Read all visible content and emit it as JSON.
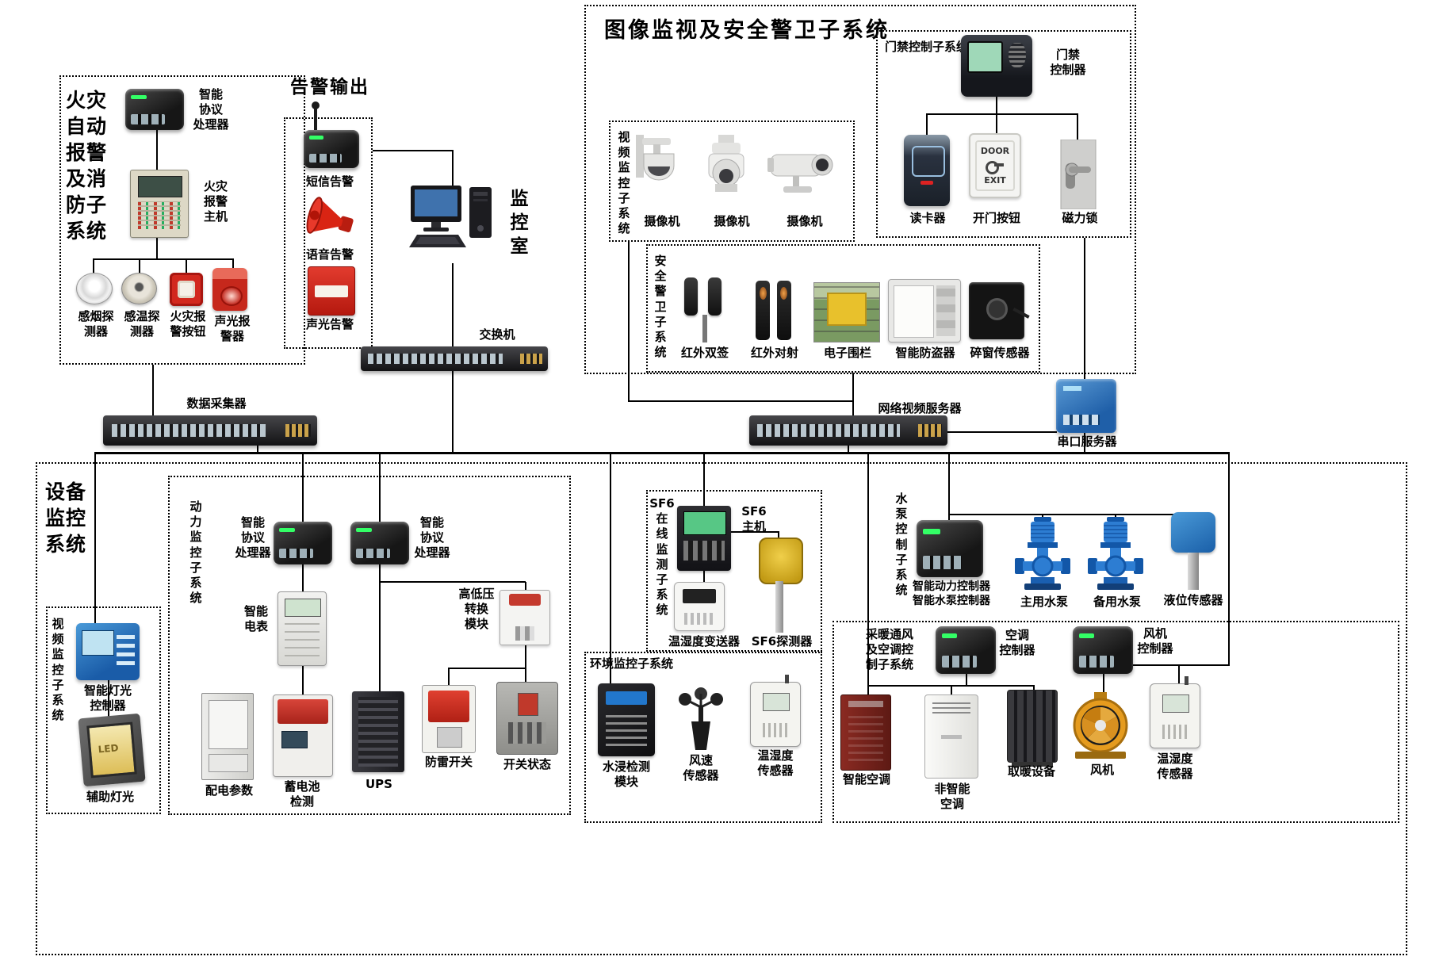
{
  "colors": {
    "line": "#000000",
    "alarm_red": "#c6281c",
    "device_blue": "#1f5fa8",
    "pump_blue": "#2d7dd2",
    "brand_yellow": "#e59b1e"
  },
  "fire": {
    "title": "火灾\n自动\n报警\n及消\n防子\n系统",
    "pp": "智能\n协议\n处理器",
    "host": "火灾\n报警\n主机",
    "smoke": "感烟探\n测器",
    "temp": "感温探\n测器",
    "button": "火灾报\n警按钮",
    "sound_light": "声光报\n警器"
  },
  "alarm": {
    "title": "告警输出",
    "sms": "短信告警",
    "voice": "语音告警",
    "sound_light": "声光告警"
  },
  "room": {
    "title": "监\n控\n室",
    "switch": "交换机"
  },
  "security": {
    "title": "图像监视及安全警卫子系统",
    "video_title": "视\n频\n监\n控\n子\n系\n统",
    "camera1": "摄像机",
    "camera2": "摄像机",
    "camera3": "摄像机",
    "access_title": "门禁控制子系统",
    "controller": "门禁\n控制器",
    "reader": "读卡器",
    "door_button": "开门按钮",
    "door_word": "DOOR",
    "exit_word": "EXIT",
    "lock": "磁力锁",
    "guard_title": "安\n全\n警\n卫\n子\n系\n统",
    "ir_dual": "红外双签",
    "ir_beam": "红外对射",
    "fence": "电子围栏",
    "antitheft": "智能防盗器",
    "window": "碎窗传感器"
  },
  "backbone": {
    "collector": "数据采集器",
    "nvr": "网络视频服务器",
    "serial": "串口服务器"
  },
  "equip": {
    "title": "设备\n监控\n系统",
    "video_title": "视\n频\n监\n控\n子\n系\n统",
    "light_ctrl": "智能灯光\n控制器",
    "led": "LED",
    "aux_light": "辅助灯光",
    "power_title": "动\n力\n监\n控\n子\n系\n统",
    "pp1": "智能\n协议\n处理器",
    "pp2": "智能\n协议\n处理器",
    "meter": "智能\n电表",
    "hv": "高低压\n转换\n模块",
    "dist": "配电参数",
    "battery": "蓄电池\n检测",
    "ups": "UPS",
    "lightning": "防雷开关",
    "sw_status": "开关状态",
    "sf6_title": "SF6\n在\n线\n监\n测\n子\n系\n统",
    "sf6_host": "SF6\n主机",
    "th_trans": "温湿度变送器",
    "sf6_det": "SF6探测器",
    "env_title": "环境监控子系统",
    "water": "水浸检测\n模块",
    "wind": "风速\n传感器",
    "th1": "温湿度\n传感器",
    "pump_title": "水\n泵\n控\n制\n子\n系\n统",
    "pump_ctrl": "智能动力控制器\n智能水泵控制器",
    "pump_main": "主用水泵",
    "pump_backup": "备用水泵",
    "level": "液位传感器",
    "hvac_title": "采暖通风\n及空调控\n制子系统",
    "ac_ctrl": "空调\n控制器",
    "smart_ac": "智能空调",
    "dumb_ac": "非智能\n空调",
    "heater": "取暖设备",
    "fan_ctrl": "风机\n控制器",
    "fan": "风机",
    "th2": "温湿度\n传感器"
  }
}
